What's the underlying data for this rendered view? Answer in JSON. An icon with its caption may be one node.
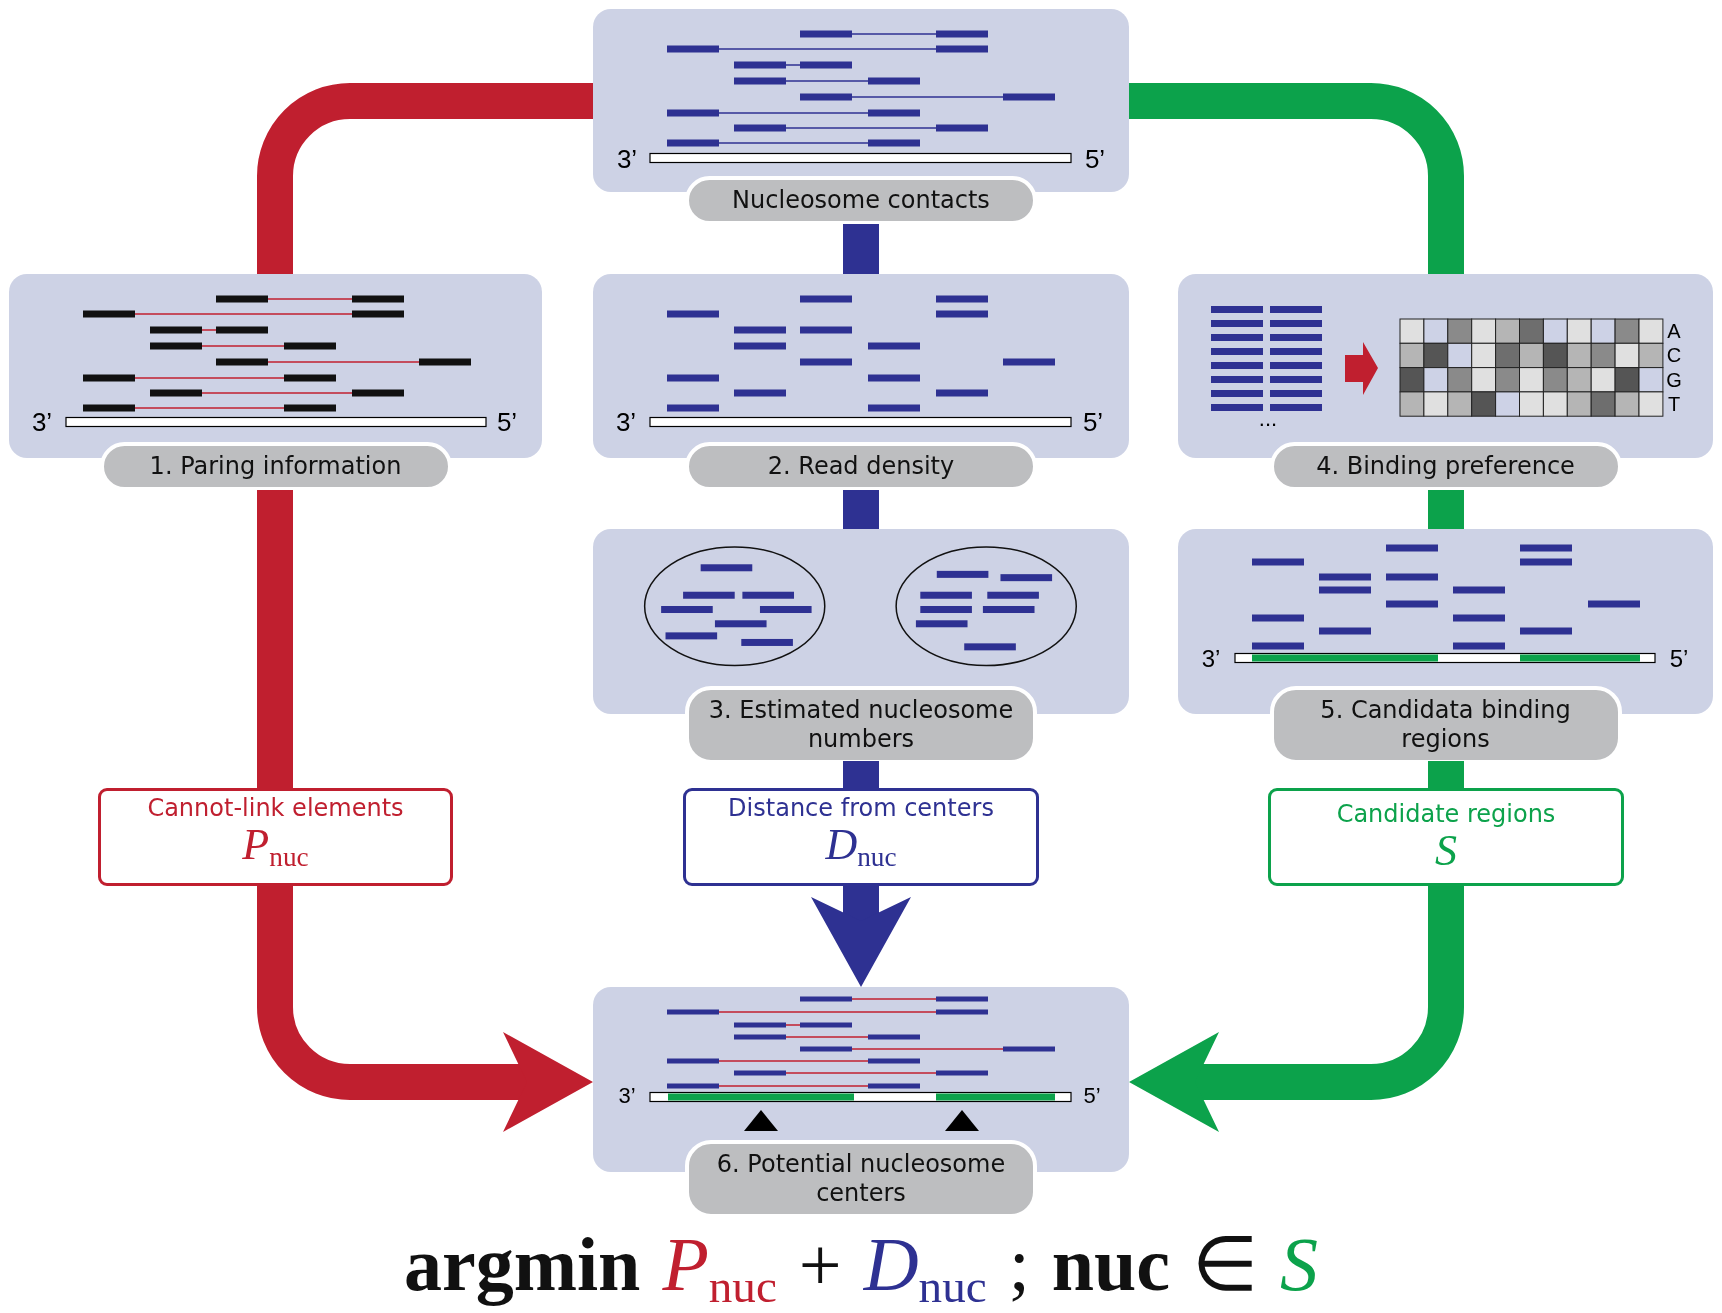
{
  "diagram": {
    "nodes": [
      {
        "text": [
          "Nucleosome contacts"
        ]
      },
      {
        "text": [
          "1. Paring information"
        ]
      },
      {
        "text": [
          "2. Read density"
        ]
      },
      {
        "text": [
          "4. Binding preference"
        ]
      },
      {
        "text": [
          "3. Estimated nucleosome numbers"
        ]
      },
      {
        "text": [
          "5. Candidata binding regions"
        ]
      },
      {
        "text": [
          "Cannot-link elements",
          "P$_{nuc}$"
        ]
      },
      {
        "text": [
          "Distance from centers",
          "D$_{nuc}$"
        ]
      },
      {
        "text": [
          "Candidate regions",
          "S"
        ]
      },
      {
        "text": [
          "6. Potential nucleosome centers"
        ]
      }
    ],
    "edges": [
      {
        "from": 0,
        "to": 1,
        "arrow": "none",
        "color": "#c01f2f"
      },
      {
        "from": 1,
        "to": 6,
        "arrow": "none",
        "color": "#c01f2f"
      },
      {
        "from": 6,
        "to": 9,
        "arrow": "to",
        "color": "#c01f2f"
      },
      {
        "from": 0,
        "to": 2,
        "arrow": "none",
        "color": "#2e3192"
      },
      {
        "from": 2,
        "to": 4,
        "arrow": "none",
        "color": "#2e3192"
      },
      {
        "from": 4,
        "to": 7,
        "arrow": "none",
        "color": "#2e3192"
      },
      {
        "from": 7,
        "to": 9,
        "arrow": "to",
        "color": "#2e3192"
      },
      {
        "from": 0,
        "to": 3,
        "arrow": "none",
        "color": "#0ca24b"
      },
      {
        "from": 3,
        "to": 5,
        "arrow": "none",
        "color": "#0ca24b"
      },
      {
        "from": 5,
        "to": 8,
        "arrow": "none",
        "color": "#0ca24b"
      },
      {
        "from": 8,
        "to": 9,
        "arrow": "to",
        "color": "#0ca24b"
      }
    ],
    "labels": [
      "3’",
      "5’",
      "3’",
      "5’",
      "3’",
      "5’",
      "A",
      "C",
      "G",
      "T",
      "...",
      "3’",
      "5’",
      "3’",
      "5’",
      "argmin",
      "P$_{nuc}$",
      "+",
      "D$_{nuc}$",
      ";",
      "nuc",
      "∈",
      "S"
    ]
  }
}
